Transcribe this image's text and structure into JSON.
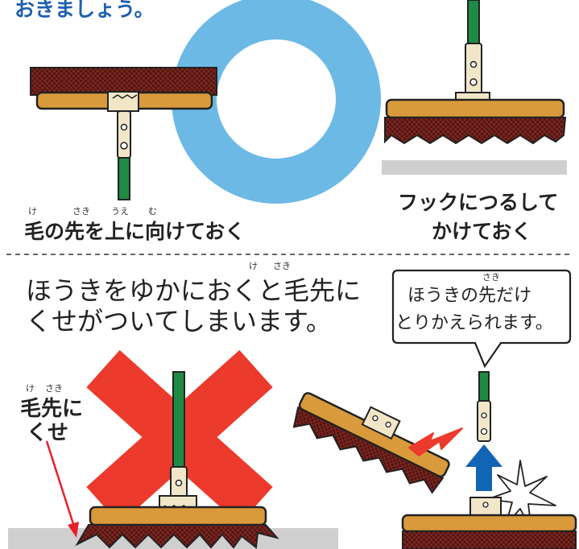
{
  "texts": {
    "top_title": "おきましょう。",
    "caption_left": "毛の先を上に向けておく",
    "caption_right_line1": "フックにつるして",
    "caption_right_line2": "かけておく",
    "warning_line1": "ほうきをゆかにおくと毛先に",
    "warning_line2": "くせがついてしまいます。",
    "callout_line1": "ほうきの先だけ",
    "callout_line2": "とりかえられます。",
    "label_line1": "毛先に",
    "label_line2": "くせ"
  },
  "furigana": {
    "left_ke": "け",
    "left_saki": "さき",
    "left_ue": "うえ",
    "left_mu": "む",
    "warn_ke": "け",
    "warn_saki": "さき",
    "callout_saki": "さき",
    "label_ke": "け",
    "label_saki": "さき"
  },
  "colors": {
    "title_blue": "#1d5fae",
    "ring_blue": "#6cb9e6",
    "handle_green": "#1f8a44",
    "bristle_dark": "#6b1f1a",
    "wood": "#d99a3c",
    "cross_red": "#ec3a2c",
    "arrow_blue": "#1264b4",
    "arrow_red": "#ec3a2c",
    "floor_gray": "#cfcfcf"
  },
  "icons": [
    "broom-upside-down",
    "broom-hanging-hook",
    "broom-on-floor",
    "broom-head-detached",
    "up-arrow",
    "sparkle"
  ]
}
